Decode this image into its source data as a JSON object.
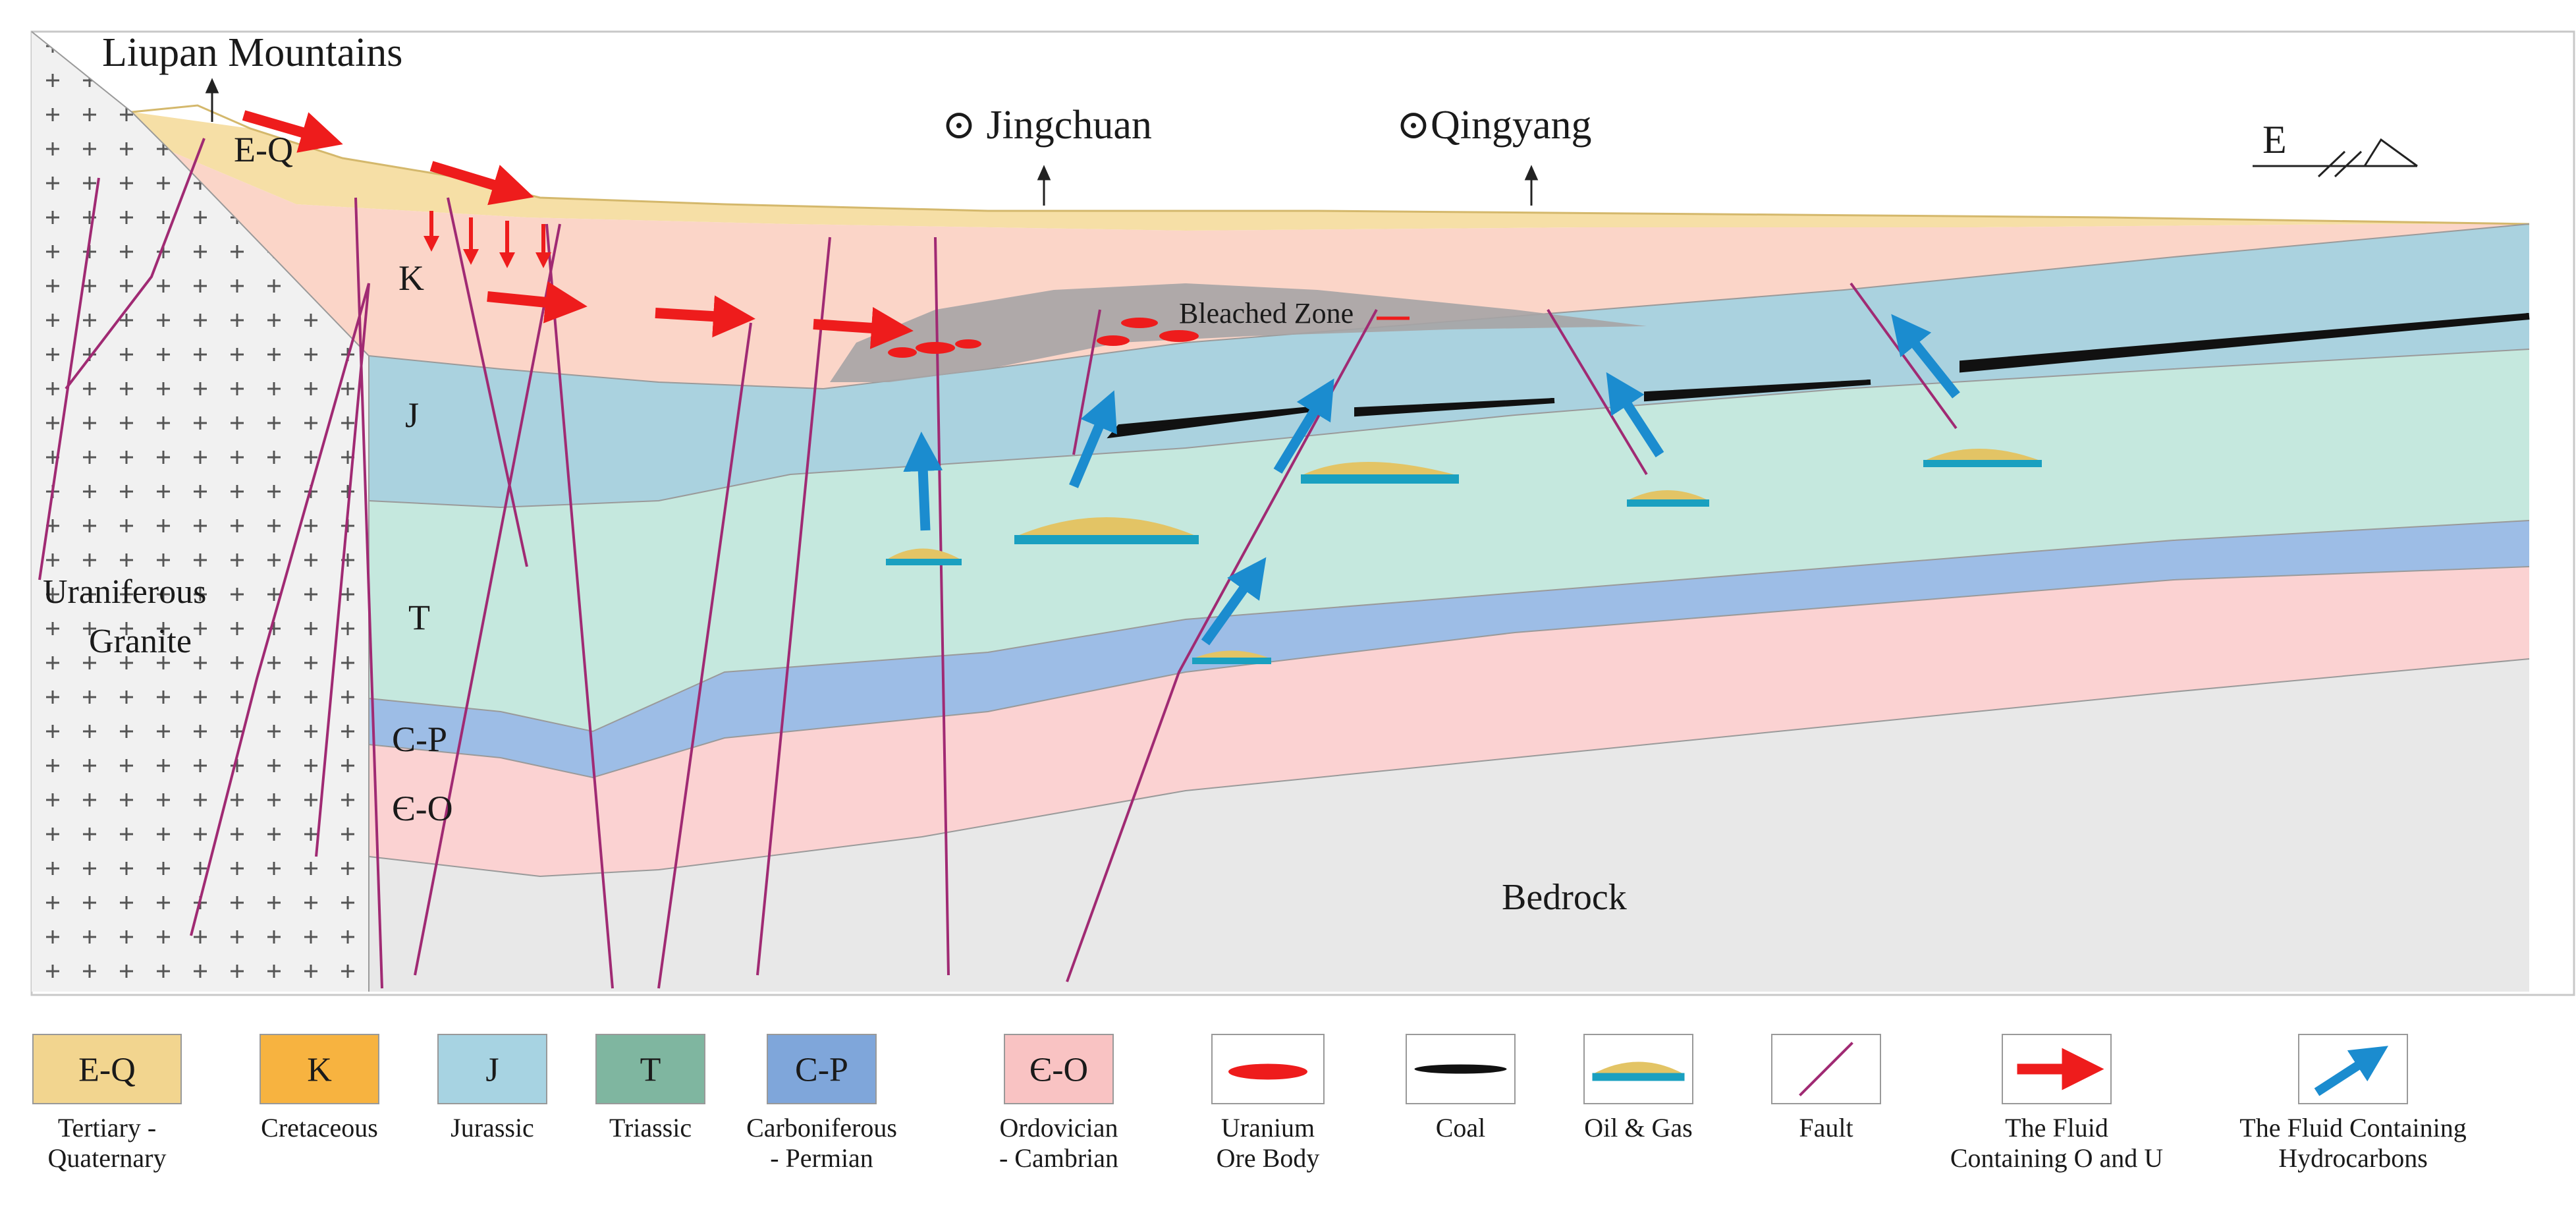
{
  "places": {
    "liupan": "Liupan Mountains",
    "jingchuan": "⊙ Jingchuan",
    "qingyang": "⊙Qingyang"
  },
  "strata_labels": {
    "eq": "E-Q",
    "k": "K",
    "j": "J",
    "t": "T",
    "cp": "C-P",
    "eo": "Є-O",
    "granite_1": "Uraniferous",
    "granite_2": "Granite",
    "bedrock": "Bedrock",
    "bleached": "Bleached Zone"
  },
  "compass": {
    "direction": "E"
  },
  "legend": [
    {
      "key": "E-Q",
      "name_line1": "Tertiary -",
      "name_line2": "Quaternary",
      "color": "#f2d58f"
    },
    {
      "key": "K",
      "name_line1": "Cretaceous",
      "name_line2": "",
      "color": "#f7b340"
    },
    {
      "key": "J",
      "name_line1": "Jurassic",
      "name_line2": "",
      "color": "#a7d3e2"
    },
    {
      "key": "T",
      "name_line1": "Triassic",
      "name_line2": "",
      "color": "#7fb6a0"
    },
    {
      "key": "C-P",
      "name_line1": "Carboniferous",
      "name_line2": "- Permian",
      "color": "#7fa6da"
    },
    {
      "key": "Є-O",
      "name_line1": "Ordovician",
      "name_line2": "- Cambrian",
      "color": "#f9c3c3"
    },
    {
      "key": "",
      "name_line1": "Uranium",
      "name_line2": "Ore Body",
      "icon": "uranium-ore-icon"
    },
    {
      "key": "",
      "name_line1": "Coal",
      "name_line2": "",
      "icon": "coal-icon"
    },
    {
      "key": "",
      "name_line1": "Oil & Gas",
      "name_line2": "",
      "icon": "oil-gas-icon"
    },
    {
      "key": "",
      "name_line1": "Fault",
      "name_line2": "",
      "icon": "fault-icon"
    },
    {
      "key": "",
      "name_line1": "The Fluid",
      "name_line2": "Containing O and U",
      "icon": "red-arrow-icon"
    },
    {
      "key": "",
      "name_line1": "The Fluid Containing",
      "name_line2": "Hydrocarbons",
      "icon": "blue-arrow-icon"
    }
  ],
  "colors": {
    "eq": "#f6dfa6",
    "k": "#fbd5c8",
    "j": "#aad2df",
    "t": "#c5e8de",
    "cp": "#9dbde6",
    "eo": "#fbd2d2",
    "bedrock": "#e8e8e8",
    "granite": "#f1f1f1",
    "bleached": "#a6a4a5",
    "fault": "#a02a73",
    "red_arrow": "#ee1c1c",
    "blue_arrow": "#1b8ccf",
    "oil": "#e3c465",
    "gas_water": "#1aa0c0"
  }
}
